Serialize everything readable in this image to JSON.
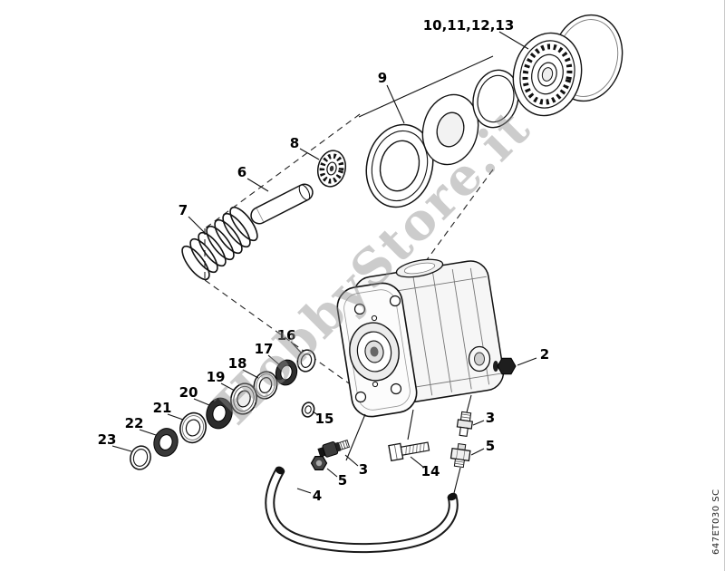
{
  "page": {
    "watermark": "HobbyStore.it",
    "drawing_code": "647ET030 SC"
  },
  "labels": [
    {
      "text": "10,11,12,13"
    },
    {
      "text": "9"
    },
    {
      "text": "8"
    },
    {
      "text": "6"
    },
    {
      "text": "7"
    },
    {
      "text": "2"
    },
    {
      "text": "16"
    },
    {
      "text": "17"
    },
    {
      "text": "18"
    },
    {
      "text": "19"
    },
    {
      "text": "20"
    },
    {
      "text": "21"
    },
    {
      "text": "22"
    },
    {
      "text": "23"
    },
    {
      "text": "15"
    },
    {
      "text": "3"
    },
    {
      "text": "5"
    },
    {
      "text": "4"
    },
    {
      "text": "14"
    },
    {
      "text": "3"
    },
    {
      "text": "5"
    }
  ]
}
